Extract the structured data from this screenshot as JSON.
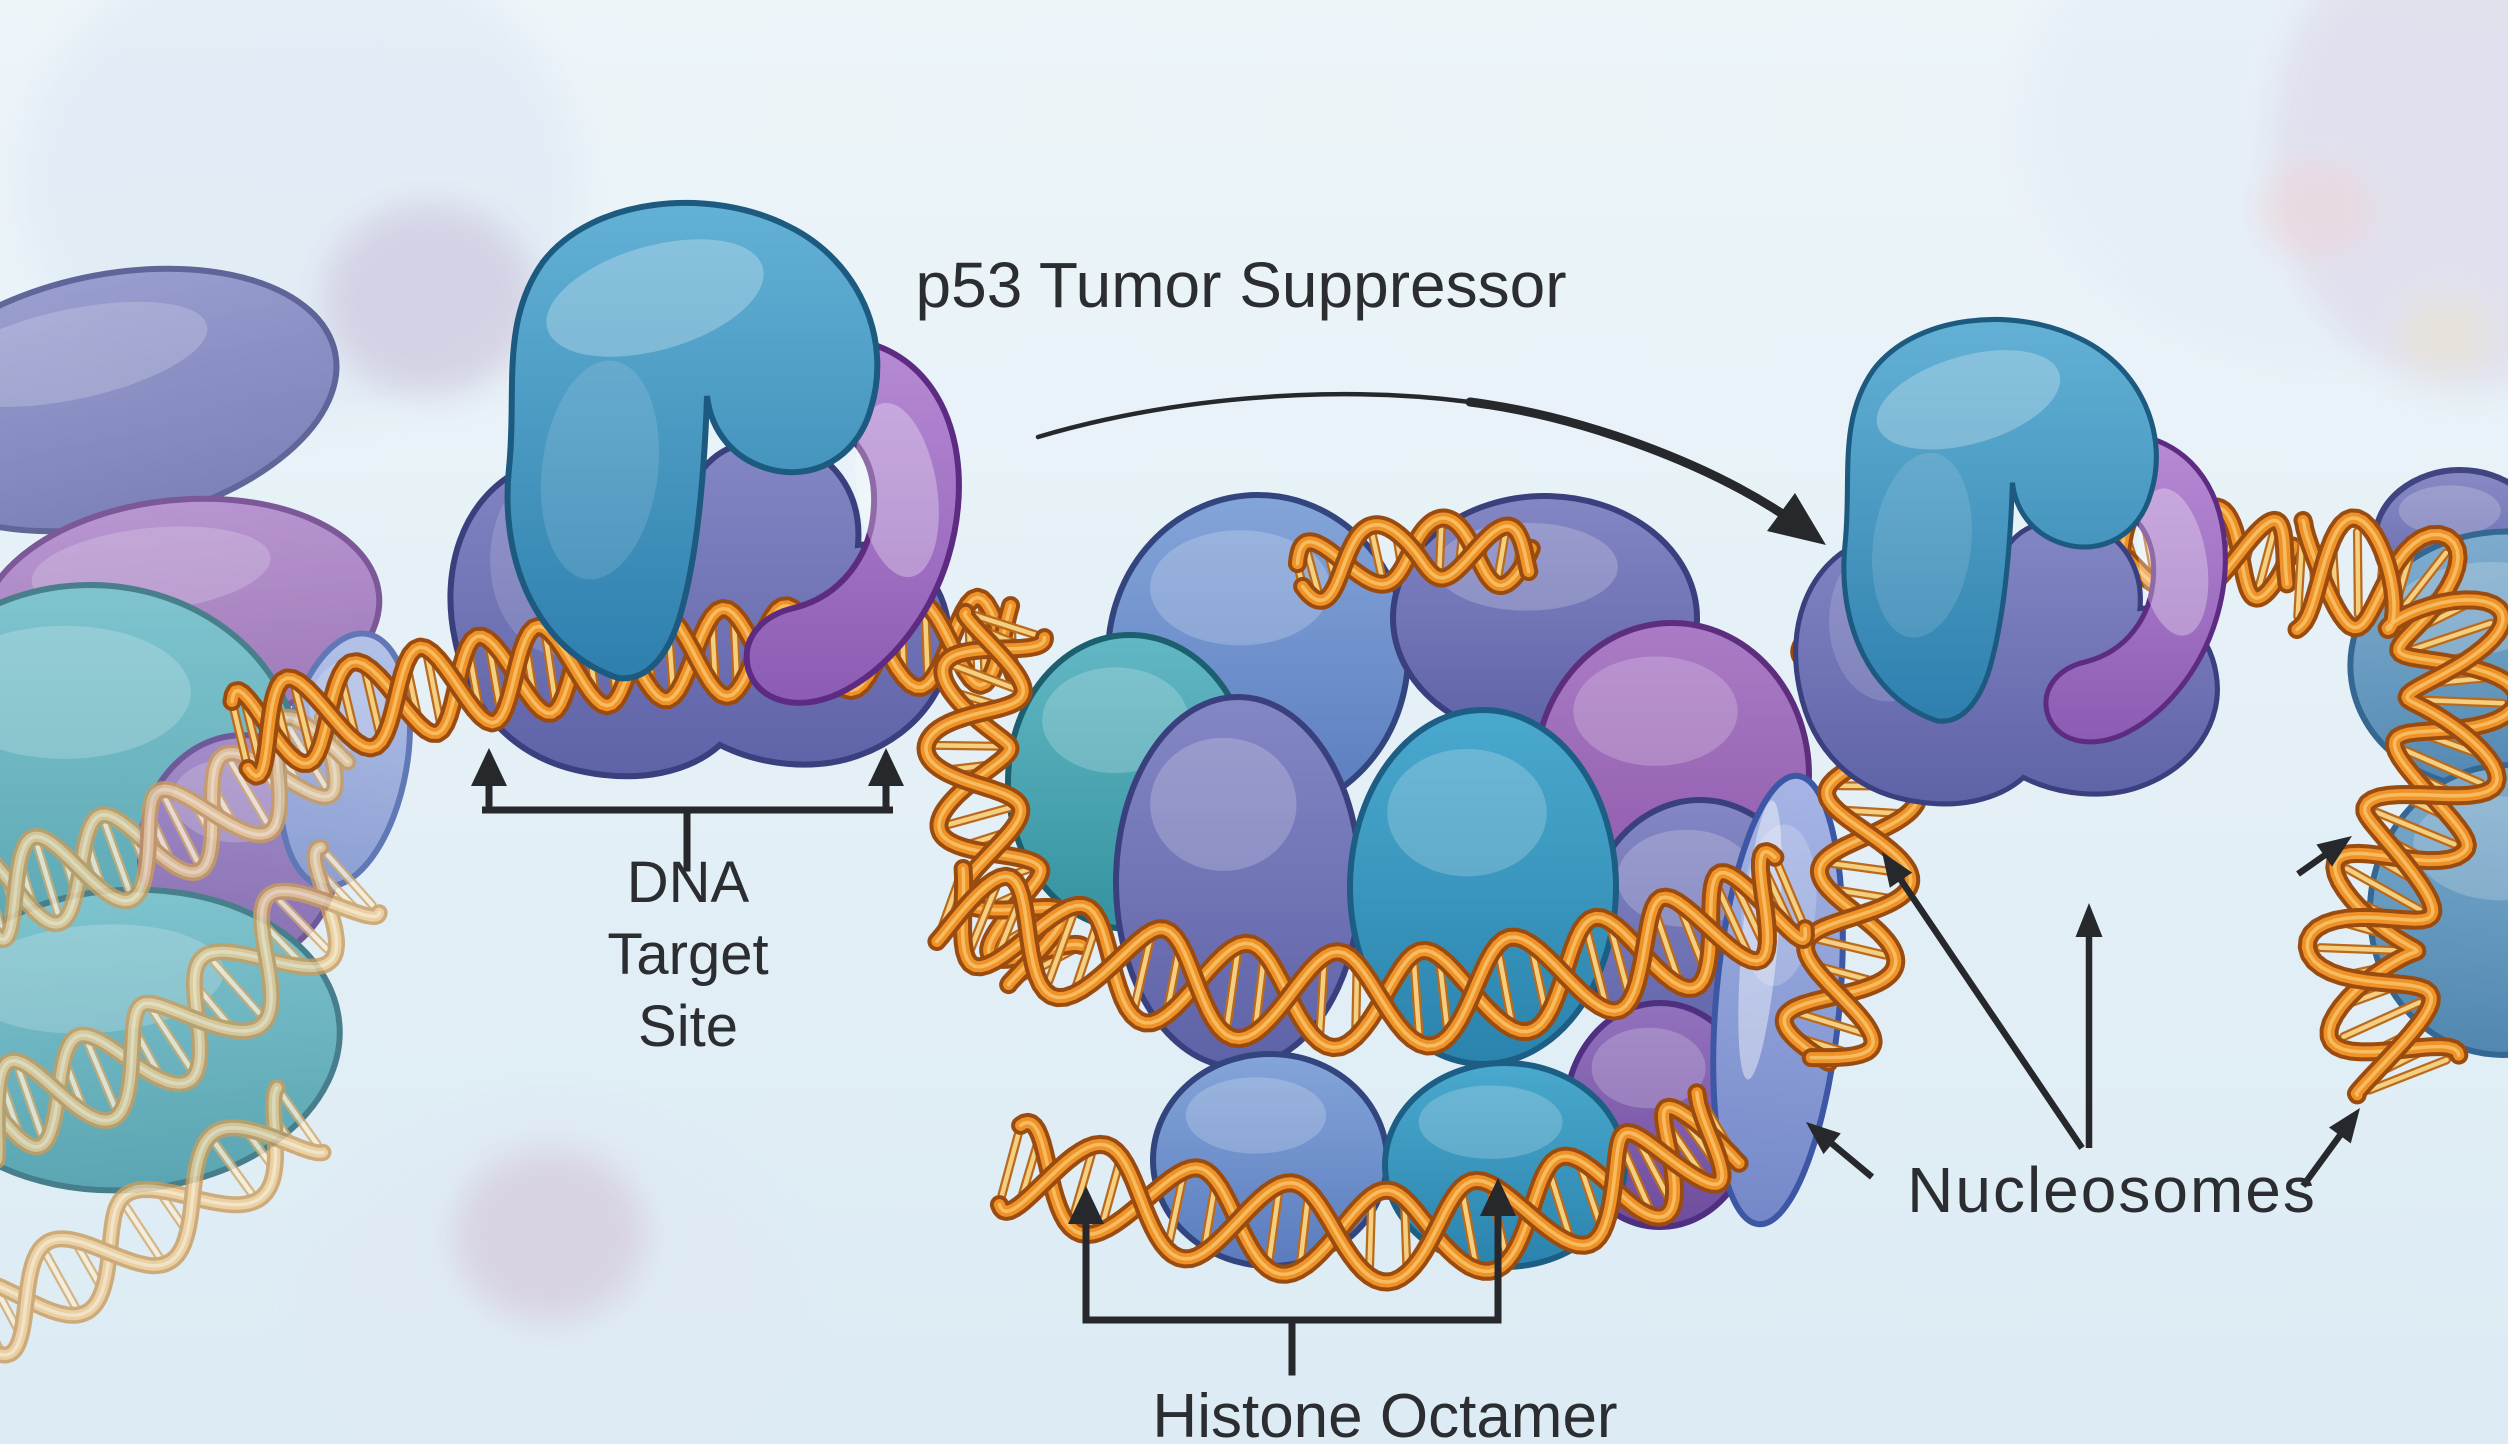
{
  "labels": {
    "p53_tumor_suppressor": "p53 Tumor Suppressor",
    "dna_target_site": [
      "DNA",
      "Target",
      "Site"
    ],
    "histone_octamer": "Histone Octamer",
    "nucleosomes": "Nucleosomes"
  },
  "colors": {
    "background_top": "#edf5f9",
    "background_bottom": "#dcebf4",
    "annotation_ink": "#26282c",
    "dna_strand_orange": "#ef9328",
    "dna_strand_highlight": "#f9c76d",
    "dna_outline_brown": "#9a4c10",
    "dna_rung_gold": "#f3cf7f",
    "dna_rung_edge": "#bb6a1c",
    "histone_cornflower": "#5d7fbe",
    "histone_slate": "#6a6fae",
    "histone_teal": "#3f99a8",
    "histone_cyan": "#2f86b0",
    "histone_purple": "#8b57a8",
    "p53_blue": "#3f93bd",
    "p53_purple": "#9a6cc0",
    "linker_histone_slate": "#8196d2"
  }
}
